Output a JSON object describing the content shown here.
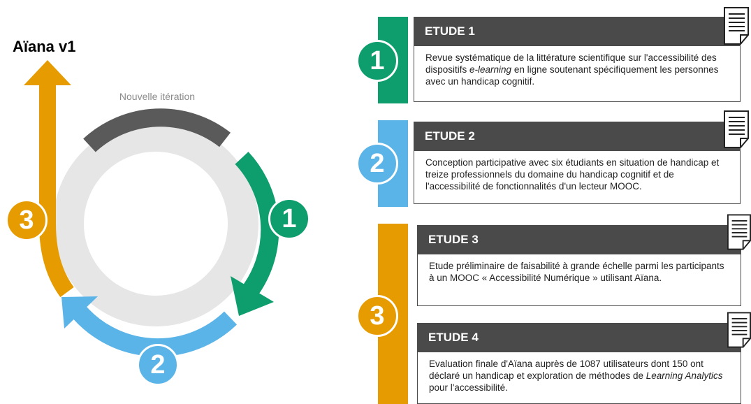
{
  "cycle": {
    "title": "Aïana v1",
    "iteration_label": "Nouvelle itération",
    "steps": [
      "1",
      "2",
      "3"
    ]
  },
  "studies": [
    {
      "number": "1",
      "title": "ETUDE 1",
      "text_before": "Revue systématique de la littérature scientifique sur l'accessibilité des dispositifs ",
      "text_em": "e-learning",
      "text_after": " en ligne soutenant spécifiquement les personnes avec un handicap cognitif."
    },
    {
      "number": "2",
      "title": "ETUDE 2",
      "text_before": "Conception participative avec six étudiants en situation de handicap et treize professionnels du domaine du handicap cognitif et de l'accessibilité de fonctionnalités d'un lecteur MOOC.",
      "text_em": "",
      "text_after": ""
    },
    {
      "number": "3",
      "title": "ETUDE 3",
      "text_before": "Etude préliminaire de faisabilité à grande échelle parmi les participants à un MOOC « Accessibilité Numérique » utilisant Aïana.",
      "text_em": "",
      "text_after": ""
    },
    {
      "title": "ETUDE 4",
      "text_before": "Evaluation finale d'Aïana auprès de 1087 utilisateurs dont 150 ont déclaré un handicap et exploration de méthodes de ",
      "text_em": "Learning Analytics",
      "text_after": " pour l'accessibilité."
    }
  ],
  "colors": {
    "green": "#0e9e6e",
    "blue": "#5bb4e8",
    "orange": "#e69b00",
    "dark": "#4a4a4a",
    "ring": "#e6e6e6",
    "gray": "#5a5a5a"
  },
  "icons": [
    "document-icon"
  ]
}
